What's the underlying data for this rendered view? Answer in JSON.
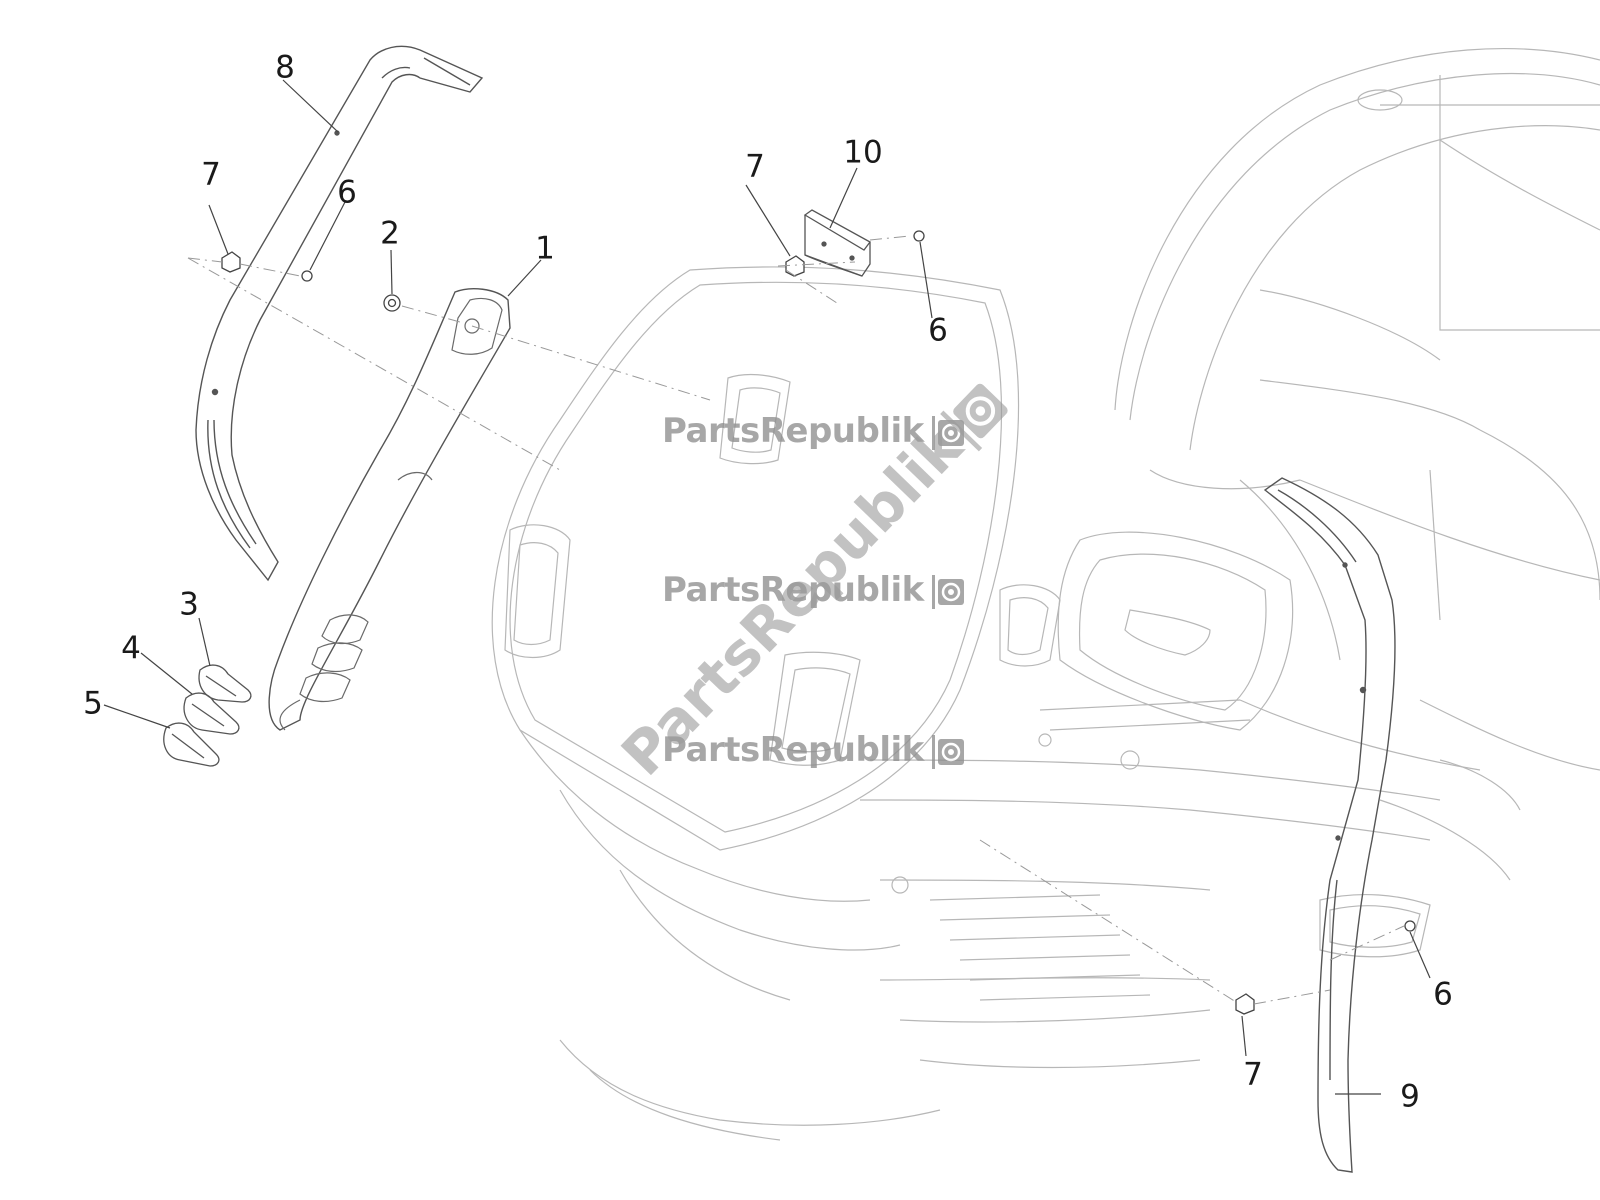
{
  "callouts": [
    {
      "id": "c1",
      "label": "1"
    },
    {
      "id": "c2",
      "label": "2"
    },
    {
      "id": "c3",
      "label": "3"
    },
    {
      "id": "c4",
      "label": "4"
    },
    {
      "id": "c5",
      "label": "5"
    },
    {
      "id": "c6a",
      "label": "6"
    },
    {
      "id": "c6b",
      "label": "6"
    },
    {
      "id": "c6c",
      "label": "6"
    },
    {
      "id": "c7a",
      "label": "7"
    },
    {
      "id": "c7b",
      "label": "7"
    },
    {
      "id": "c7c",
      "label": "7"
    },
    {
      "id": "c8",
      "label": "8"
    },
    {
      "id": "c9",
      "label": "9"
    },
    {
      "id": "c10",
      "label": "10"
    }
  ],
  "watermark": {
    "text": "PartsRepublik",
    "icon": "gear-icon"
  },
  "colors": {
    "line": "#555555",
    "faint": "#b4b4b4",
    "watermark": "#8f8f8f"
  }
}
